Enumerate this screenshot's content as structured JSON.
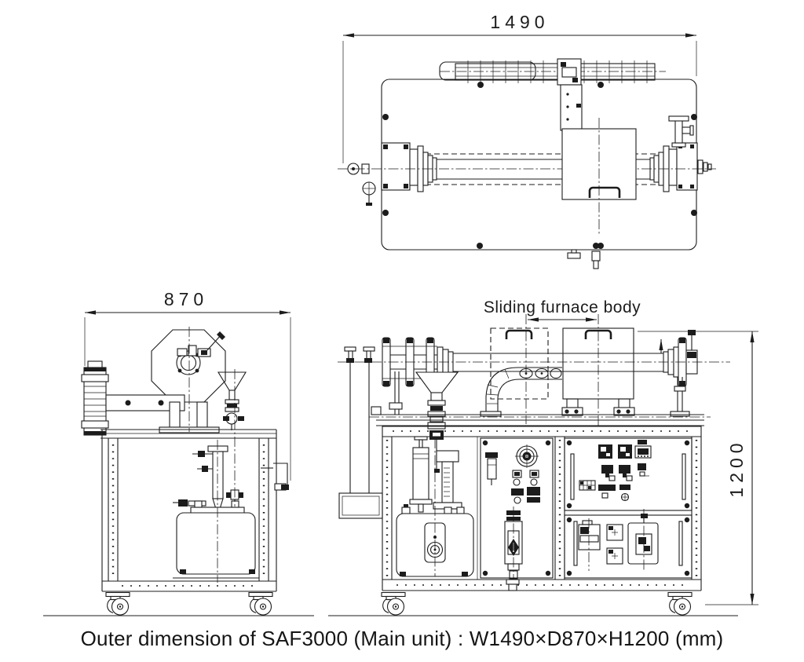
{
  "colors": {
    "background": "#ffffff",
    "line": "#1c1c1c"
  },
  "dimensions": {
    "width_mm": "1490",
    "depth_mm": "870",
    "height_mm": "1200"
  },
  "annotations": {
    "sliding_furnace_body": "Sliding furnace body"
  },
  "caption": "Outer dimension of SAF3000 (Main unit) : W1490×D870×H1200 (mm)"
}
